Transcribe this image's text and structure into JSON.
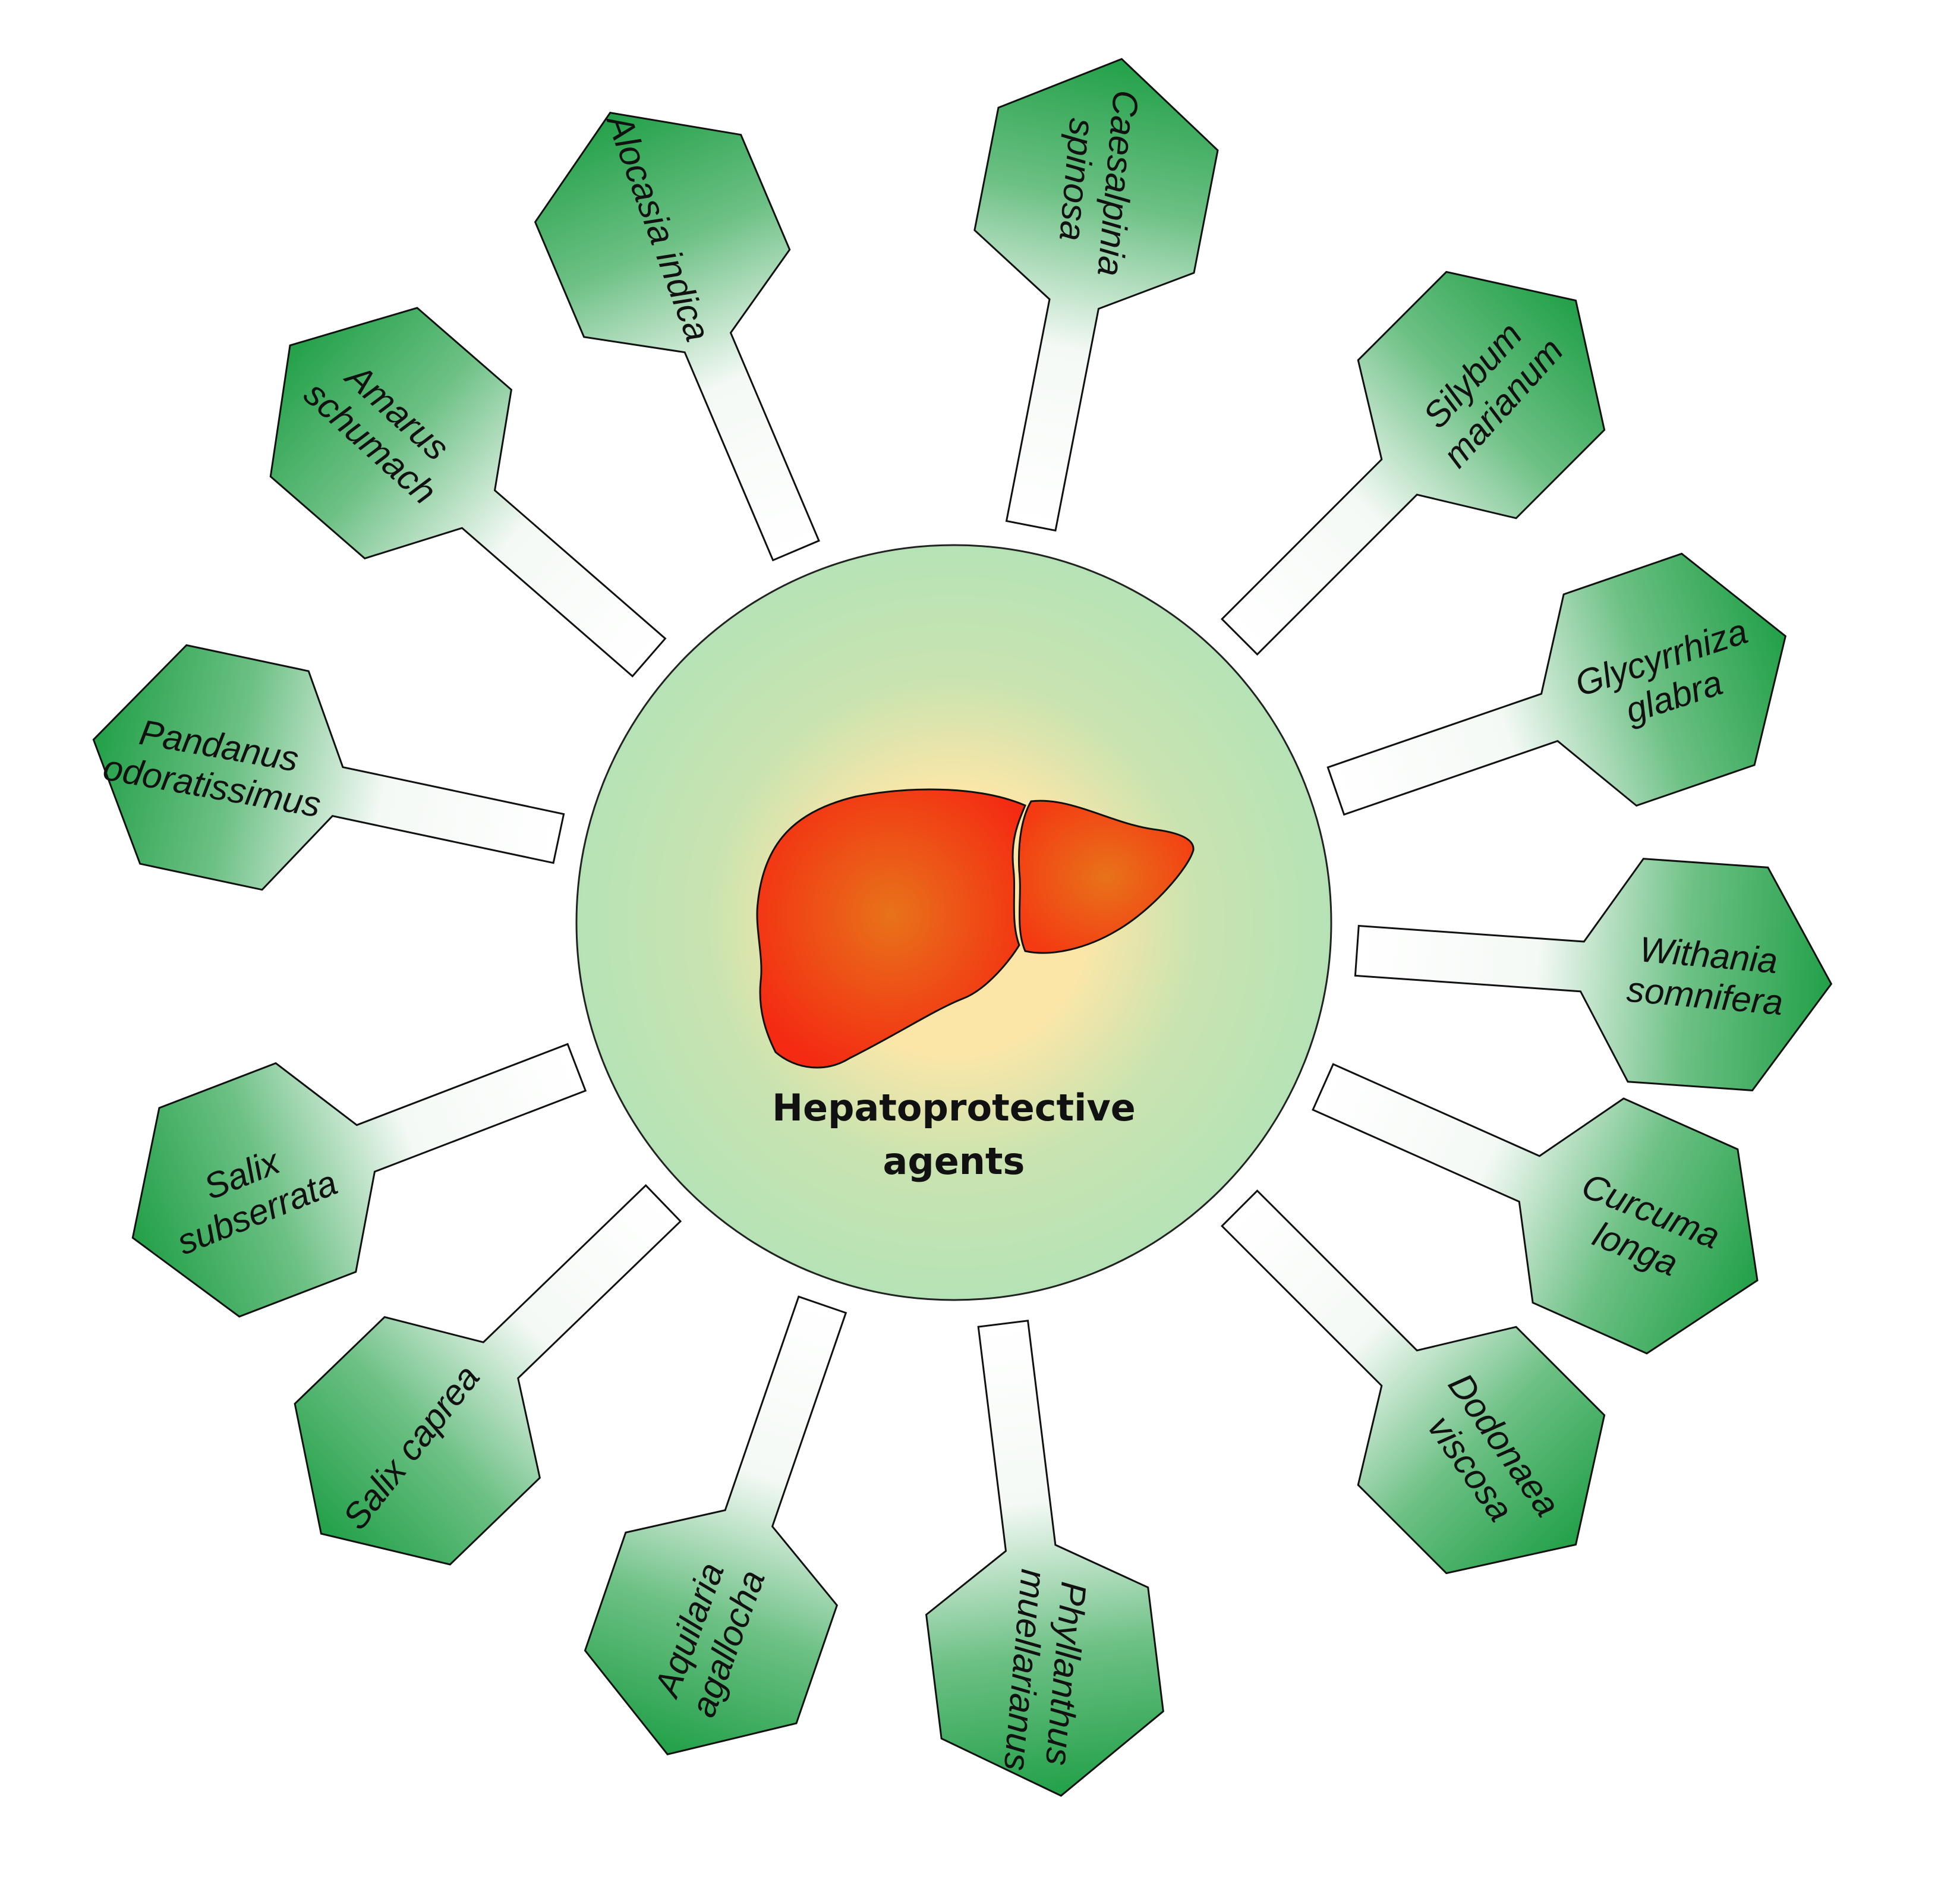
{
  "center": {
    "title_line1": "Hepatoprotective",
    "title_line2": "agents",
    "organ_icon": "liver-icon"
  },
  "colors": {
    "label_green_dark": "#22a048",
    "label_green_light": "#ffffff",
    "circle_outer": "#b6e3b6",
    "circle_inner": "#fbe6a8",
    "liver_center": "#e8731a",
    "liver_edge": "#f42a12"
  },
  "plants": [
    {
      "line1": "Alocasia indica",
      "line2": ""
    },
    {
      "line1": "Caesalpinia",
      "line2": "spinosa"
    },
    {
      "line1": "Silybum",
      "line2": "marianum"
    },
    {
      "line1": "Glycyrrhiza",
      "line2": "glabra"
    },
    {
      "line1": "Withania",
      "line2": "somnifera"
    },
    {
      "line1": "Curcuma",
      "line2": "longa"
    },
    {
      "line1": "Dodonaea",
      "line2": "viscosa"
    },
    {
      "line1": "Phyllanthus",
      "line2": "muellarianus"
    },
    {
      "line1": "Aquilaria",
      "line2": "agallocha"
    },
    {
      "line1": "Salix caprea",
      "line2": ""
    },
    {
      "line1": "Salix",
      "line2": "subserrata"
    },
    {
      "line1": "Pandanus",
      "line2": "odoratissimus"
    },
    {
      "line1": "Amarus",
      "line2": "schumach"
    }
  ]
}
